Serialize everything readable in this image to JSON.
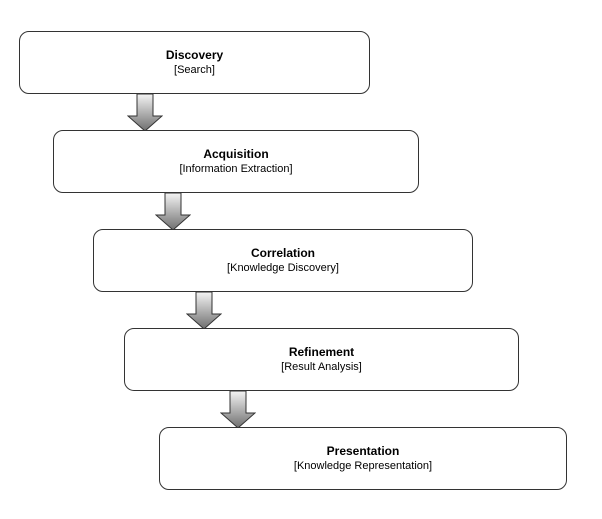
{
  "stages": [
    {
      "title": "Discovery",
      "subtitle": "[Search]"
    },
    {
      "title": "Acquisition",
      "subtitle": "[Information Extraction]"
    },
    {
      "title": "Correlation",
      "subtitle": "[Knowledge Discovery]"
    },
    {
      "title": "Refinement",
      "subtitle": "[Result Analysis]"
    },
    {
      "title": "Presentation",
      "subtitle": "[Knowledge Representation]"
    }
  ],
  "colors": {
    "box_border": "#333333",
    "arrow_light": "#f2f2f2",
    "arrow_dark": "#7a7a7a",
    "arrow_outline": "#333333"
  },
  "icons": {
    "connector": "down-arrow-icon"
  }
}
